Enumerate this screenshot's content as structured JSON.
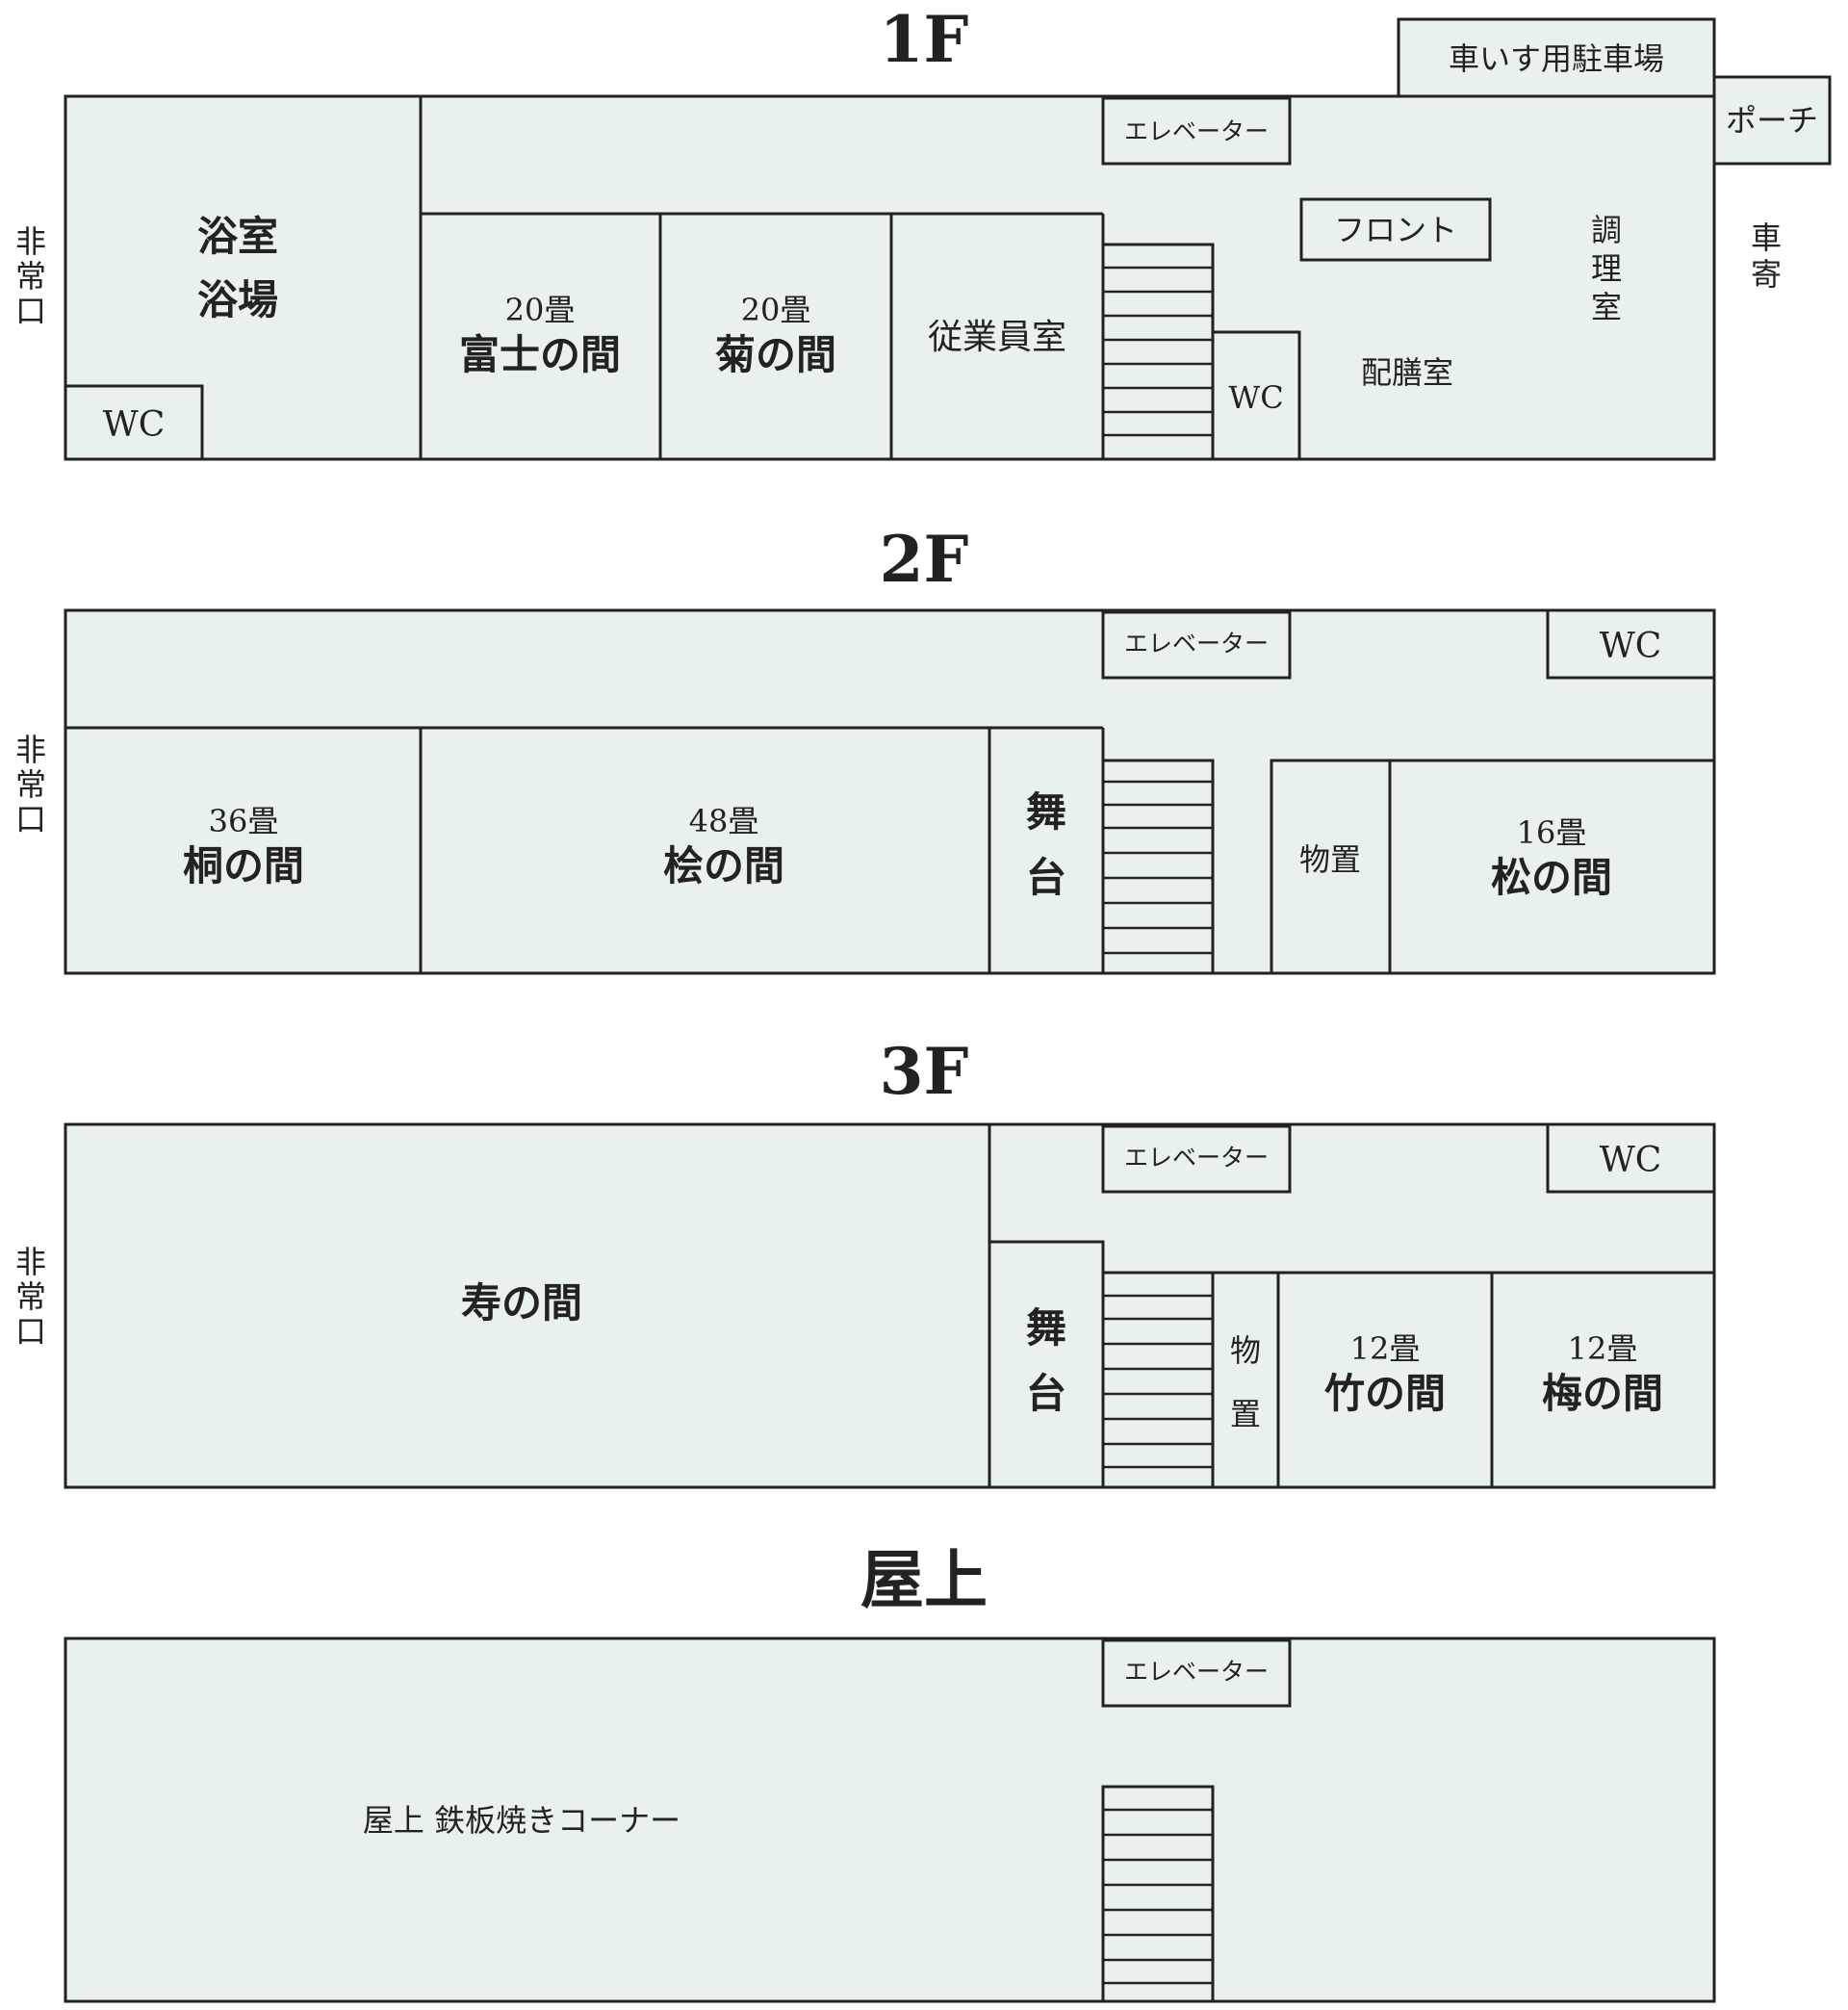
{
  "colors": {
    "room_fill": "#e8f1f0",
    "stroke": "#222222",
    "text": "#222222"
  },
  "floors": {
    "f1": {
      "title": "1F",
      "emergency_exit": [
        "非",
        "常",
        "口"
      ],
      "car_approach": [
        "車",
        "寄"
      ],
      "wheelchair_parking": "車いす用駐車場",
      "porch": "ポーチ",
      "elevator": "エレベーター",
      "bath_line1": "浴室",
      "bath_line2": "浴場",
      "wc_bath": "WC",
      "fuji_size": "20畳",
      "fuji_name": "富士の間",
      "kiku_size": "20畳",
      "kiku_name": "菊の間",
      "staff_room": "従業員室",
      "front_desk": "フロント",
      "kitchen": [
        "調",
        "理",
        "室"
      ],
      "serving_room": "配膳室",
      "wc_stair": "WC"
    },
    "f2": {
      "title": "2F",
      "emergency_exit": [
        "非",
        "常",
        "口"
      ],
      "elevator": "エレベーター",
      "wc": "WC",
      "kiri_size": "36畳",
      "kiri_name": "桐の間",
      "hinoki_size": "48畳",
      "hinoki_name": "桧の間",
      "stage": [
        "舞",
        "台"
      ],
      "storage": "物置",
      "matsu_size": "16畳",
      "matsu_name": "松の間"
    },
    "f3": {
      "title": "3F",
      "emergency_exit": [
        "非",
        "常",
        "口"
      ],
      "elevator": "エレベーター",
      "wc": "WC",
      "kotobuki_name": "寿の間",
      "stage": [
        "舞",
        "台"
      ],
      "storage": [
        "物",
        "置"
      ],
      "take_size": "12畳",
      "take_name": "竹の間",
      "ume_size": "12畳",
      "ume_name": "梅の間"
    },
    "roof": {
      "title": "屋上",
      "elevator": "エレベーター",
      "corner": "屋上 鉄板焼きコーナー"
    }
  }
}
